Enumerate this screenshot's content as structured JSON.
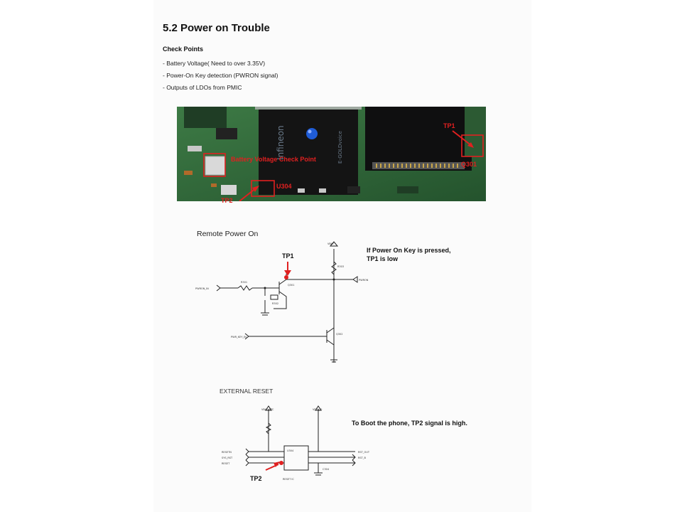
{
  "document": {
    "title": "5.2 Power on Trouble",
    "check_points_heading": "Check Points",
    "check_points": [
      "- Battery Voltage( Need to over 3.35V)",
      "- Power-On Key detection (PWRON signal)",
      "- Outputs of LDOs from PMIC"
    ]
  },
  "photo": {
    "labels": {
      "tp1": "TP1",
      "tp2": "TP2",
      "battery_check": "Battery Voltage Check Point",
      "u304": "U304",
      "q301": "Q301"
    },
    "chip_text": {
      "brand": "Infineon",
      "part": "E-GOLDvoice"
    }
  },
  "remote_power_on": {
    "heading": "Remote Power On",
    "tp_label": "TP1",
    "note_line1": "If Power On Key is pressed,",
    "note_line2": "TP1 is low"
  },
  "external_reset": {
    "heading": "EXTERNAL RESET",
    "tp_label": "TP2",
    "note": "To Boot the phone, TP2 signal is high."
  },
  "colors": {
    "accent_red": "#e02020",
    "pcb_green": "#2f6a3a"
  }
}
